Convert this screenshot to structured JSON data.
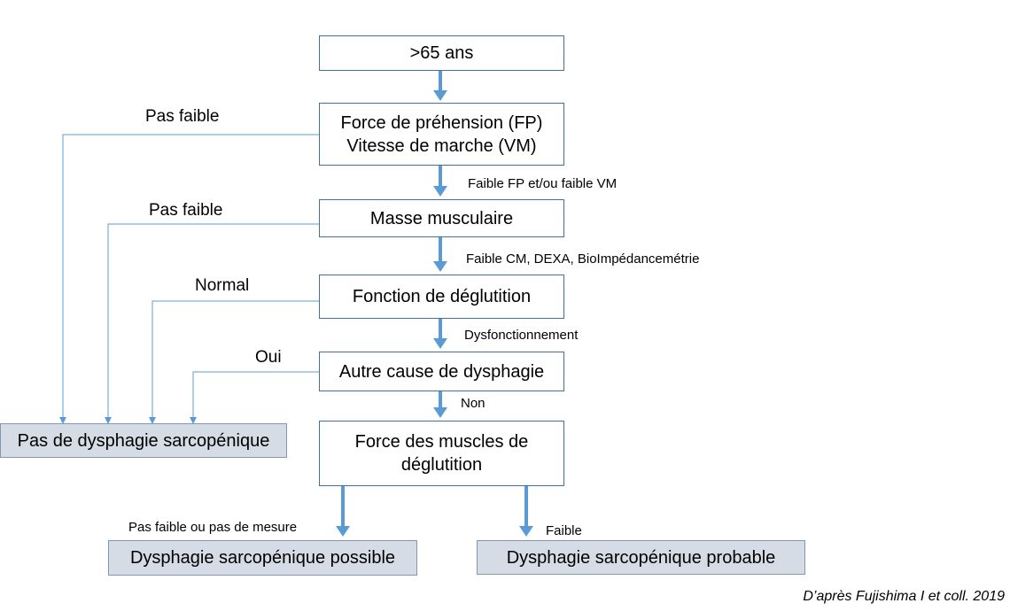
{
  "colors": {
    "box_border": "#41719c",
    "result_fill": "#d6dce5",
    "arrow_main": "#5b9bd5",
    "line_side": "#5b9bd5"
  },
  "nodes": {
    "age": ">65 ans",
    "grip_line1": "Force de préhension (FP)",
    "grip_line2": "Vitesse de marche (VM)",
    "muscle_mass": "Masse musculaire",
    "swallowing": "Fonction de déglutition",
    "other_cause": "Autre cause de dysphagie",
    "swallow_strength_line1": "Force des muscles de",
    "swallow_strength_line2": "déglutition",
    "no_dysphagia": "Pas de dysphagie sarcopénique",
    "possible": "Dysphagie sarcopénique possible",
    "probable": "Dysphagie sarcopénique probable"
  },
  "edges": {
    "grip_to_mass": "Faible  FP et/ou faible VM",
    "mass_to_swallow": "Faible  CM, DEXA, BioImpédancemétrie",
    "swallow_to_other": "Dysfonctionnement",
    "other_to_strength": "Non",
    "grip_exit": "Pas faible",
    "mass_exit": "Pas faible",
    "swallow_exit": "Normal",
    "other_exit": "Oui",
    "to_possible": "Pas faible ou pas de mesure",
    "to_probable": "Faible"
  },
  "source": "D’après Fujishima I et coll. 2019"
}
